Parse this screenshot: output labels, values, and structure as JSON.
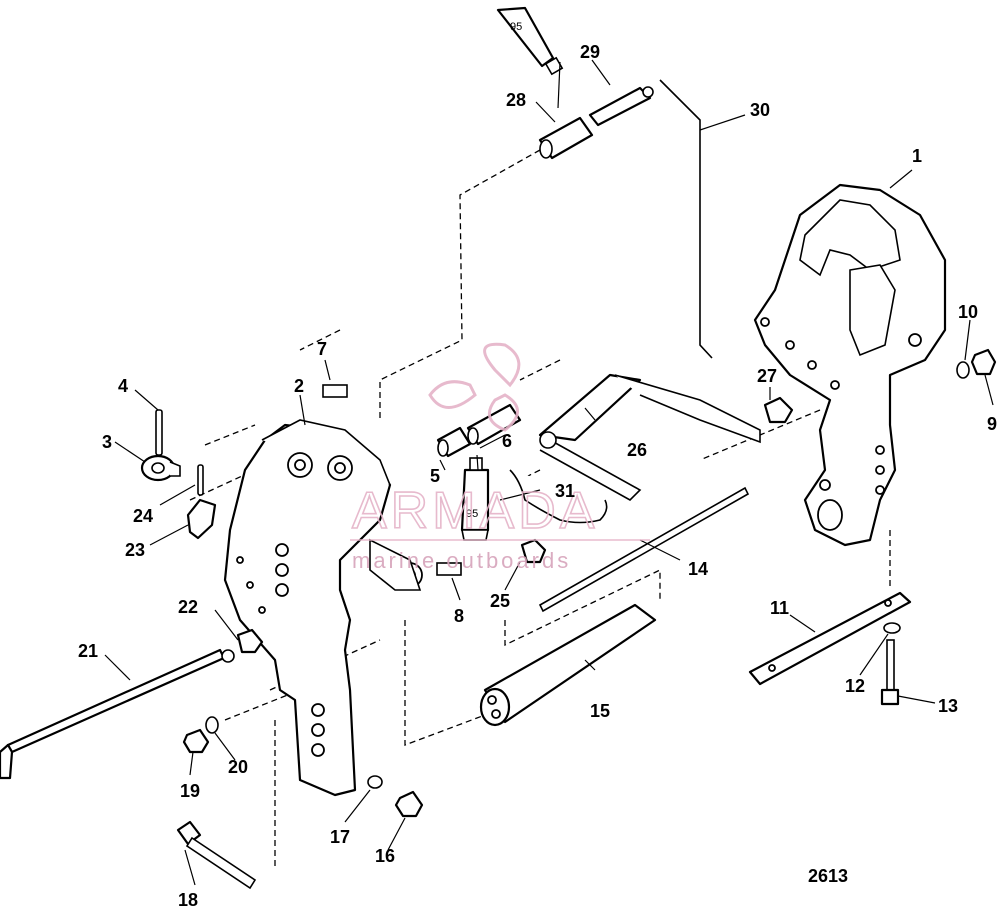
{
  "figure_number": "2613",
  "watermark": {
    "brand": "ARMADA",
    "tagline": "marine outboards",
    "accent_color": "#e5b3c8"
  },
  "lubricant_code": "95",
  "callouts": [
    "1",
    "2",
    "3",
    "4",
    "5",
    "6",
    "7",
    "8",
    "9",
    "10",
    "11",
    "12",
    "13",
    "14",
    "15",
    "16",
    "17",
    "18",
    "19",
    "20",
    "21",
    "22",
    "23",
    "24",
    "25",
    "26",
    "27",
    "28",
    "29",
    "30",
    "31"
  ]
}
